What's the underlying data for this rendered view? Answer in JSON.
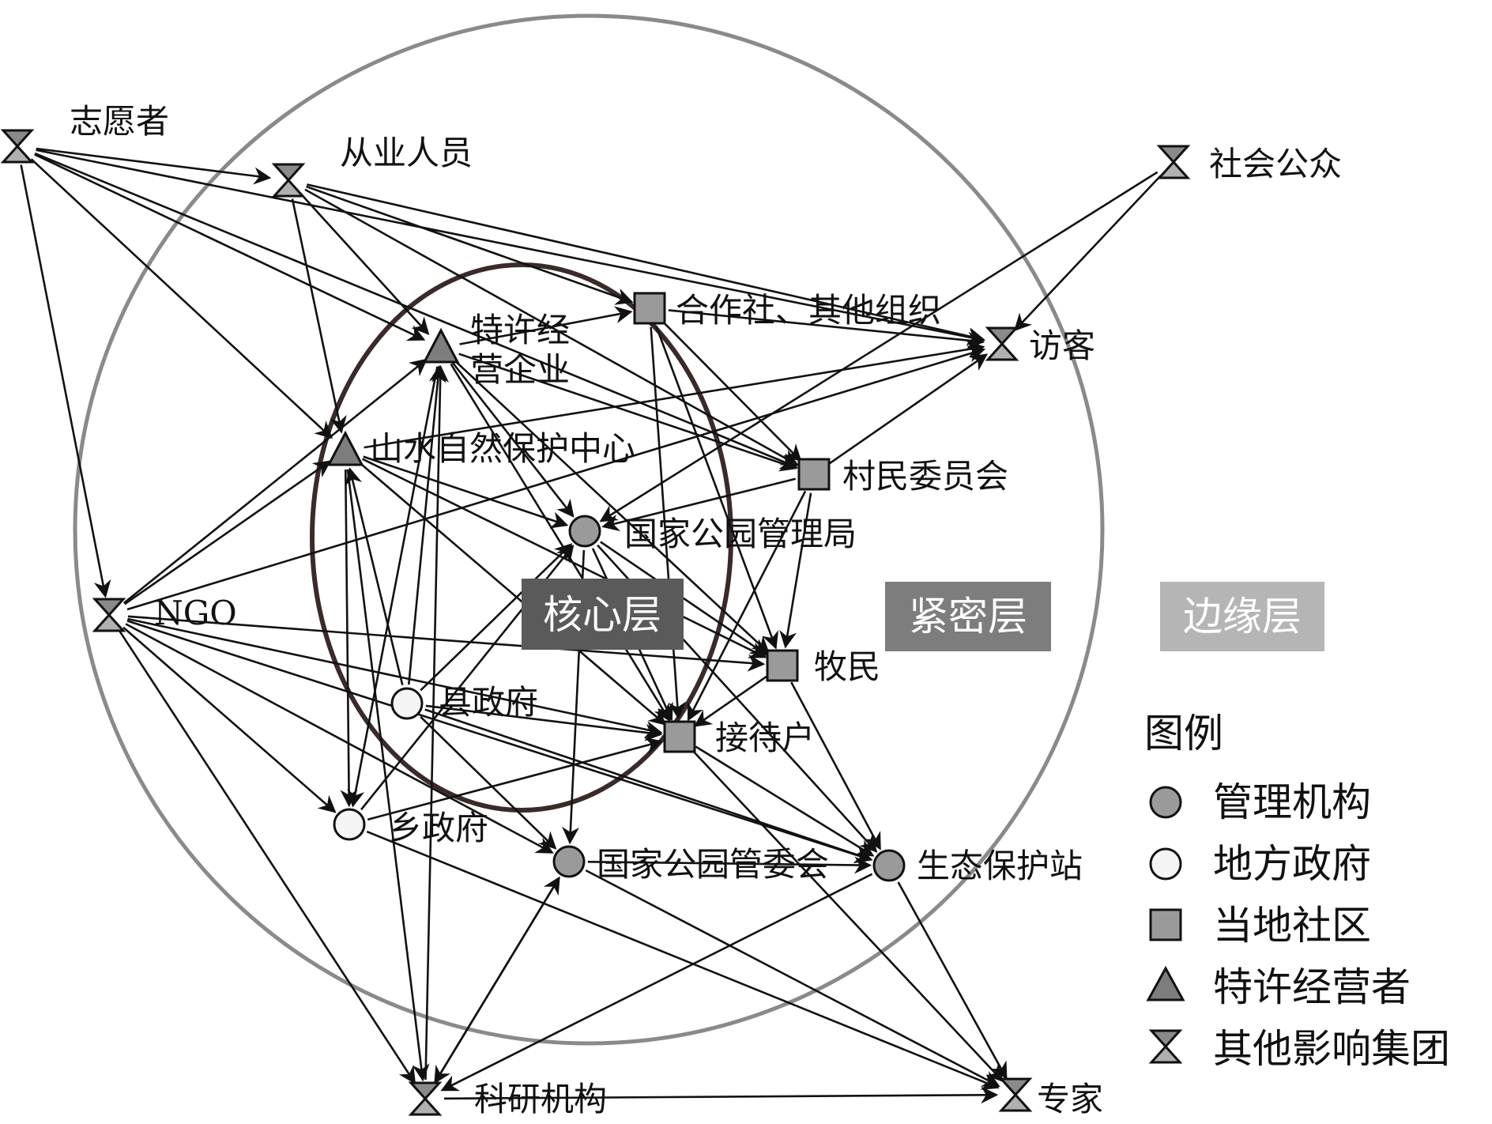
{
  "layers": {
    "core": "核心层",
    "close": "紧密层",
    "edge": "边缘层"
  },
  "legend": {
    "title": "图例",
    "items": [
      {
        "shape": "circle-gray",
        "label": "管理机构"
      },
      {
        "shape": "circle-white",
        "label": "地方政府"
      },
      {
        "shape": "square",
        "label": "当地社区"
      },
      {
        "shape": "triangle",
        "label": "特许经营者"
      },
      {
        "shape": "hourglass",
        "label": "其他影响集团"
      }
    ]
  },
  "nodes": [
    {
      "id": "zhiyuan",
      "label": "志愿者",
      "shape": "hourglass"
    },
    {
      "id": "congye",
      "label": "从业人员",
      "shape": "hourglass"
    },
    {
      "id": "shehui",
      "label": "社会公众",
      "shape": "hourglass"
    },
    {
      "id": "hezuo",
      "label": "合作社、其他组织",
      "shape": "square"
    },
    {
      "id": "texu",
      "label": "特许经",
      "label2": "营企业",
      "shape": "triangle"
    },
    {
      "id": "fangke",
      "label": "访客",
      "shape": "hourglass"
    },
    {
      "id": "shanshui",
      "label": "山水自然保护中心",
      "shape": "triangle"
    },
    {
      "id": "cunmin",
      "label": "村民委员会",
      "shape": "square"
    },
    {
      "id": "guanliju",
      "label": "国家公园管理局",
      "shape": "circle-gray"
    },
    {
      "id": "ngo",
      "label": "NGO",
      "shape": "hourglass"
    },
    {
      "id": "mumin",
      "label": "牧民",
      "shape": "square"
    },
    {
      "id": "xianzf",
      "label": "县政府",
      "shape": "circle-white"
    },
    {
      "id": "jiedai",
      "label": "接待户",
      "shape": "square"
    },
    {
      "id": "xiangzf",
      "label": "乡政府",
      "shape": "circle-white"
    },
    {
      "id": "guanwei",
      "label": "国家公园管委会",
      "shape": "circle-gray"
    },
    {
      "id": "shengtai",
      "label": "生态保护站",
      "shape": "circle-gray"
    },
    {
      "id": "keyan",
      "label": "科研机构",
      "shape": "hourglass"
    },
    {
      "id": "zhuanjia",
      "label": "专家",
      "shape": "hourglass"
    }
  ],
  "colors": {
    "outer_ring": "#8a8a8a",
    "inner_ring": "#3b2a2a",
    "core_box": "#5a5a5a",
    "close_box": "#7d7d7d",
    "edge_box": "#b5b5b5",
    "node_gray": "#9a9a9a",
    "node_white": "#f4f4f4",
    "line": "#111111"
  }
}
